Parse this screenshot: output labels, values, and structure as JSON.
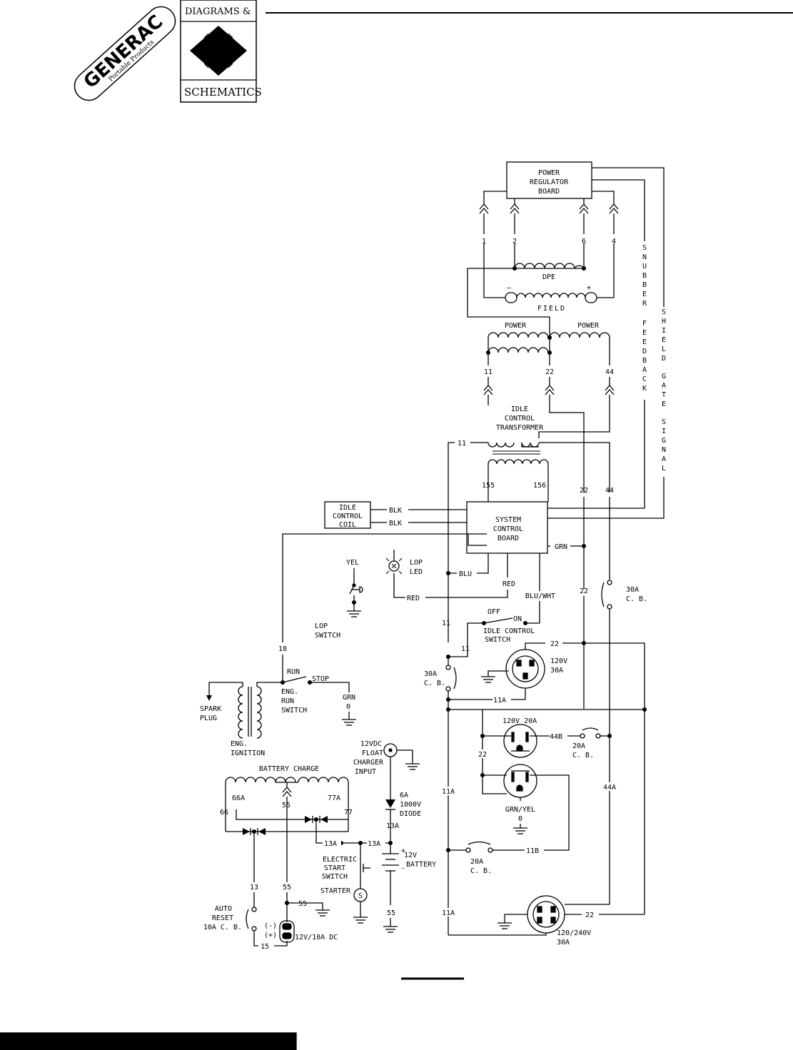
{
  "header": {
    "brand": "GENERAC",
    "brand_sub": "Portable Products",
    "badge_top": "DIAGRAMS &",
    "badge_bottom": "SCHEMATICS"
  },
  "labels": {
    "power_regulator_board": [
      "POWER",
      "REGULATOR",
      "BOARD"
    ],
    "snubber_feedback": "SNUBBER FEEDBACK",
    "shield_gate_signal": "SHIELD GATE SIGNAL",
    "dpe": "DPE",
    "field": "FIELD",
    "power_left": "POWER",
    "power_right": "POWER",
    "idle_control_transformer": [
      "IDLE",
      "CONTROL",
      "TRANSFORMER"
    ],
    "system_control_board": [
      "SYSTEM",
      "CONTROL",
      "BOARD"
    ],
    "idle_control_coil": [
      "IDLE",
      "CONTROL",
      "COIL"
    ],
    "blk_1": "BLK",
    "blk_2": "BLK",
    "grn": "GRN",
    "blu": "BLU",
    "red_top": "RED",
    "red_bottom": "RED",
    "blu_wht": "BLU/WHT",
    "yel": "YEL",
    "lop_led": [
      "LOP",
      "LED"
    ],
    "lop_switch": [
      "LOP",
      "SWITCH"
    ],
    "off": "OFF",
    "on": "ON",
    "idle_control_switch": [
      "IDLE CONTROL",
      "SWITCH"
    ],
    "cb30_right": [
      "30A",
      "C. B."
    ],
    "cb30_left": [
      "30A",
      "C. B."
    ],
    "recept_120v_30a": [
      "120V",
      "30A"
    ],
    "run": "RUN",
    "stop": "STOP",
    "eng_run_switch": [
      "ENG.",
      "RUN",
      "SWITCH"
    ],
    "grn_0": [
      "GRN",
      "0"
    ],
    "spark_plug": [
      "SPARK",
      "PLUG"
    ],
    "eng_ignition": [
      "ENG.",
      "IGNITION"
    ],
    "float_charger": [
      "12VDC",
      "FLOAT",
      "CHARGER",
      "INPUT"
    ],
    "recept_120v_20a": "120V 20A",
    "cb20_top": [
      "20A",
      "C. B."
    ],
    "battery_charge": "BATTERY CHARGE",
    "diode": [
      "6A",
      "1000V",
      "DIODE"
    ],
    "grn_yel": [
      "GRN/YEL",
      "0"
    ],
    "electric_start_switch": [
      "ELECTRIC",
      "START",
      "SWITCH"
    ],
    "battery_12v": [
      "12V",
      "BATTERY"
    ],
    "cb20_bottom": [
      "20A",
      "C. B."
    ],
    "starter": "STARTER",
    "starter_symbol": "S",
    "auto_reset": [
      "AUTO",
      "RESET",
      "10A C. B."
    ],
    "dc_out": [
      "(-)",
      "(+)",
      "12V/10A DC"
    ],
    "recept_120_240v": [
      "120/240V",
      "30A"
    ],
    "plus": "+",
    "minus": "_",
    "field_plus": "+",
    "field_minus": "—"
  },
  "wires": {
    "w1": "1",
    "w2": "2",
    "w6": "6",
    "w4": "4",
    "w11_top": "11",
    "w22_top": "22",
    "w44_top": "44",
    "w11_a": "11",
    "w155": "155",
    "w156": "156",
    "w22_b": "22",
    "w44_b": "44",
    "w22_c": "22",
    "w11_b": "11",
    "w11_c": "11",
    "w18": "18",
    "w22_d": "22",
    "w11a_a": "11A",
    "w44b": "44B",
    "w22_e": "22",
    "w11a_b": "11A",
    "w44a": "44A",
    "w11b": "11B",
    "w11a_c": "11A",
    "w22_f": "22",
    "w66a": "66A",
    "w55_a": "55",
    "w77a": "77A",
    "w66": "66",
    "w77": "77",
    "w13a_a": "13A",
    "w13a_b": "13A",
    "w13a_c": "13A",
    "w13": "13",
    "w55_b": "55",
    "w55_c": "55",
    "w55_d": "55",
    "w15": "15"
  }
}
